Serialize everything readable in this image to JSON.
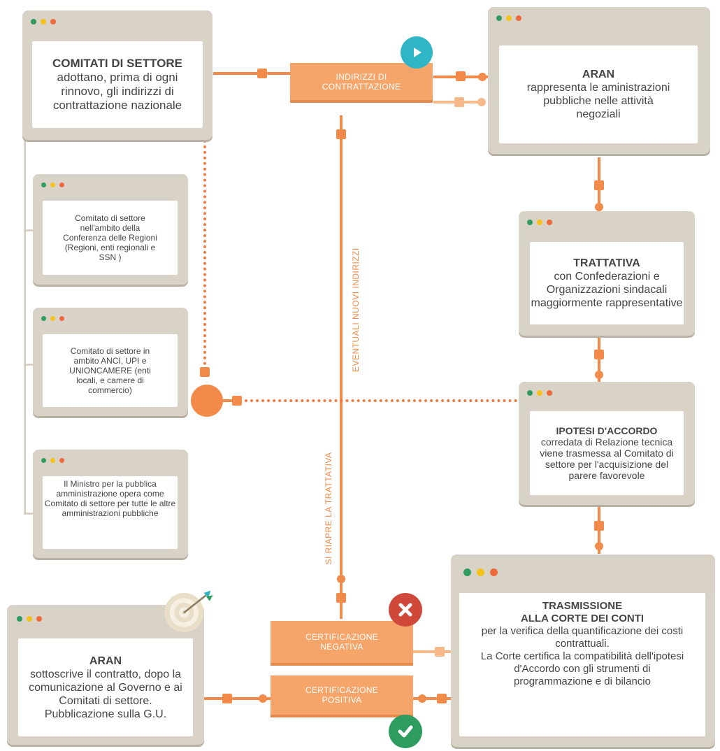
{
  "boxes": {
    "comitati": {
      "title": "COMITATI DI SETTORE",
      "text": "adottano, prima di ogni rinnovo,  gli indirizzi di contrattazione nazionale"
    },
    "aran_top": {
      "title": "ARAN",
      "text": "rappresenta le aministrazioni  pubbliche nelle attività negoziali"
    },
    "trattativa": {
      "title": "TRATTATIVA",
      "text": "con Confederazioni e Organizzazioni sindacali maggiormente rappresentative"
    },
    "ipotesi": {
      "title": "IPOTESI D'ACCORDO",
      "text": "corredata di Relazione tecnica viene trasmessa  al Comitato di settore per l'acquisizione del parere favorevole"
    },
    "trasmissione": {
      "title1": "TRASMISSIONE",
      "title2": "ALLA CORTE DEI CONTI",
      "text1": "per la verifica della quantificazione dei costi contrattuali.",
      "text2": "La Corte certifica la compatibilità dell'ipotesi d'Accordo con gli strumenti di programmazione e di bilancio"
    },
    "aran_bottom": {
      "title": "ARAN",
      "text": "sottoscrive il contratto, dopo la comunicazione al Governo e ai Comitati di settore. Pubblicazione sulla G.U."
    },
    "sub1": {
      "text": "Comitato di settore nell'ambito della Conferenza delle Regioni (Regioni, enti regionali e SSN )"
    },
    "sub2": {
      "text": "Comitato di settore in ambito ANCI, UPI e UNIONCAMERE (enti locali, e camere di commercio)"
    },
    "sub3": {
      "text": "Il Ministro per la pubblica amministrazione opera come Comitato di settore per tutte le altre amministrazioni pubbliche"
    }
  },
  "labels": {
    "indirizzi": "INDIRIZZI DI CONTRATTAZIONE",
    "negativa": "CERTIFICAZIONE NEGATIVA",
    "positiva": "CERTIFICAZIONE POSITIVA",
    "eventuali": "EVENTUALI NUOVI INDIRIZZI",
    "riapre": "SI RIAPRE LA TRATTATIVA"
  },
  "colors": {
    "accent": "#f28a4a",
    "frame": "#d9d3c7",
    "play": "#2fb5c6",
    "cross": "#d0483a",
    "check": "#2e9c5f"
  },
  "icons": [
    "play-icon",
    "cross-icon",
    "check-icon",
    "target-icon"
  ]
}
